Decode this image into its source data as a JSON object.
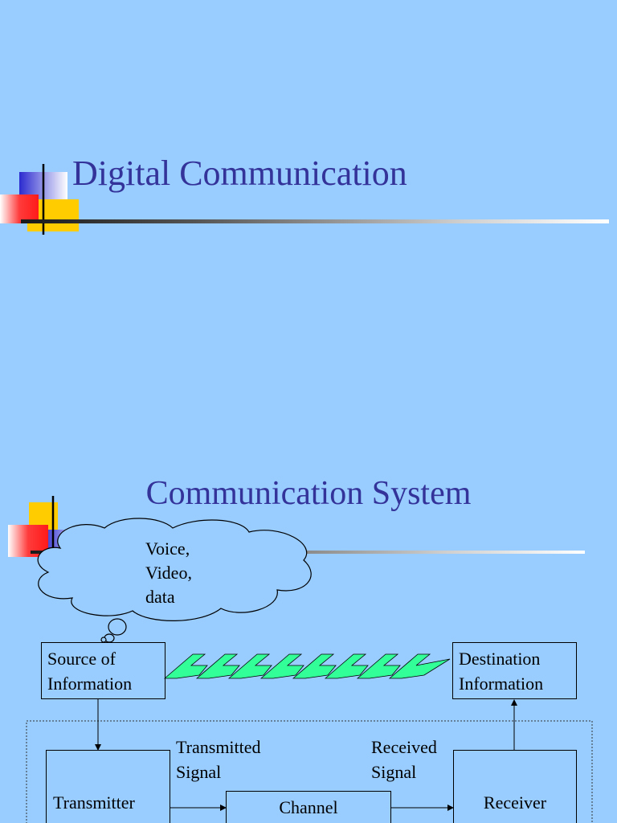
{
  "slide1": {
    "title": "Digital Communication"
  },
  "slide2": {
    "title": "Communication System",
    "cloud_lines": [
      "Voice,",
      "Video,",
      "data"
    ],
    "source_lines": [
      "Source of",
      "Information"
    ],
    "destination_lines": [
      "Destination",
      "Information"
    ],
    "transmitter_label": "Transmitter",
    "channel_label": "Channel",
    "receiver_label": "Receiver",
    "transmitted_signal_lines": [
      "Transmitted",
      "Signal"
    ],
    "received_signal_lines": [
      "Received",
      "Signal"
    ]
  },
  "colors": {
    "background": "#99ccff",
    "title": "#333399",
    "lightning": "#33ff99"
  }
}
